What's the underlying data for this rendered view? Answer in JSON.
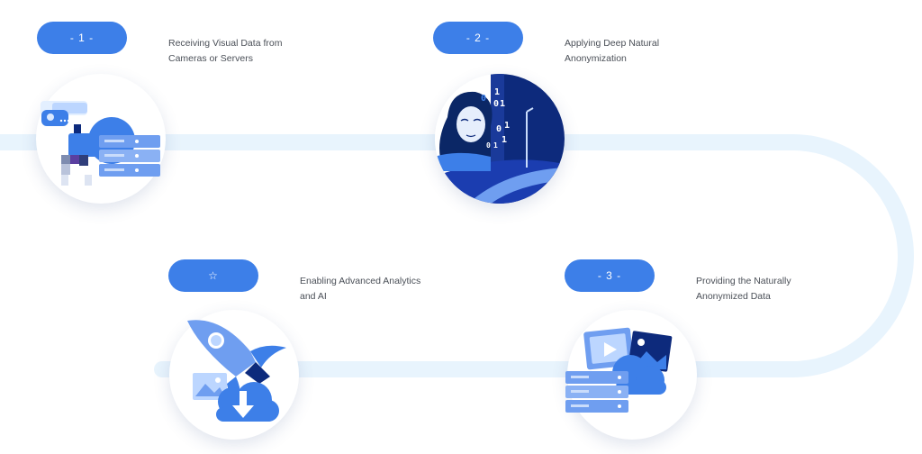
{
  "steps": [
    {
      "badge": "- 1 -",
      "desc": [
        "Receiving Visual Data from",
        "Cameras or Servers"
      ]
    },
    {
      "badge": "- 2 -",
      "desc": [
        "Applying Deep Natural",
        "Anonymization"
      ]
    },
    {
      "badge": "- 3 -",
      "desc": [
        "Providing the Naturally",
        "Anonymized Data"
      ]
    },
    {
      "badge": "☆",
      "desc": [
        "Enabling Advanced Analytics",
        "and AI"
      ]
    }
  ],
  "binary_digits": [
    "1",
    "0",
    "1",
    "0",
    "0",
    "1",
    "1",
    "0",
    "1"
  ],
  "colors": {
    "accent": "#3d7fe8",
    "track": "#e8f4fd",
    "text": "#4a4f57",
    "navy": "#0d2a7c"
  }
}
